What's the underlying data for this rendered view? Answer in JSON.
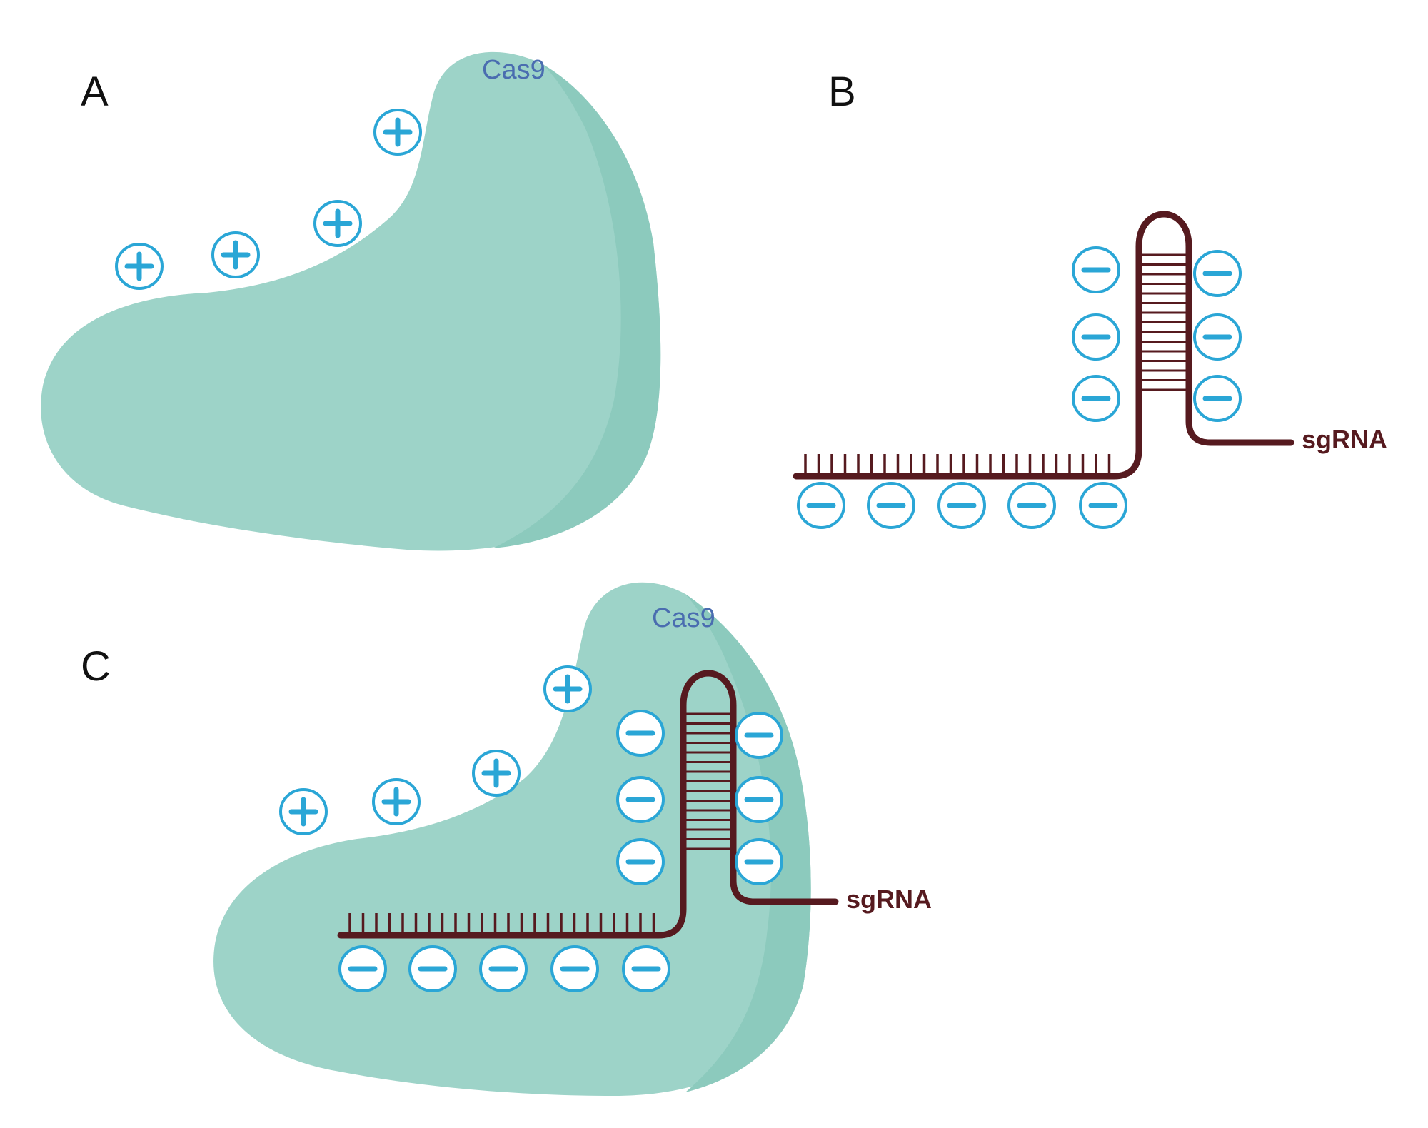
{
  "colors": {
    "protein_fill": "#9dd3c8",
    "protein_shade": "#8ccabd",
    "protein_label": "#4a6db0",
    "charge": "#2aa6d6",
    "rna": "#561a1f",
    "background": "#ffffff"
  },
  "panels": {
    "a": {
      "letter": "A",
      "protein_label": "Cas9"
    },
    "b": {
      "letter": "B",
      "rna_label": "sgRNA"
    },
    "c": {
      "letter": "C",
      "protein_label": "Cas9",
      "rna_label": "sgRNA"
    }
  },
  "charges": {
    "positive_symbol": "+",
    "negative_symbol": "−",
    "panel_a_positive_count": 4,
    "panel_b_negative_count": 11,
    "panel_c_positive_count": 4,
    "panel_c_negative_count": 11
  }
}
